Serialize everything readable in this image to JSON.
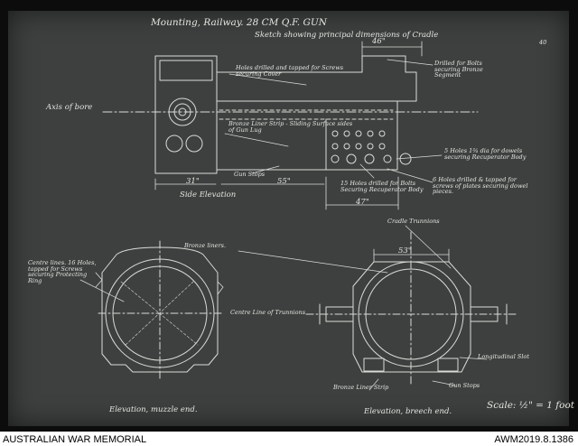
{
  "drawing": {
    "title": "Mounting, Railway. 28 CM Q.F. GUN",
    "subtitle": "Sketch showing principal dimensions of Cradle",
    "corner_mark": "40",
    "side": {
      "view_label": "Side Elevation",
      "axis_label": "Axis of bore",
      "dim_top": "46\"",
      "dim_left": "31\"",
      "dim_mid": "55\"",
      "dim_bottom": "47\"",
      "note_holes_cover": "Holes drilled and tapped for Screws securing Cover",
      "note_drilled_bolts": "Drilled for Bolts securing Bronze Segment",
      "note_liner_strip": "Bronze Liner Strip - Sliding Surface sides of Gun Lug",
      "note_gun_stops": "Gun Stops",
      "note_holes_dowels": "5 Holes 1¾ dia for dowels securing Recuperator Body",
      "note_bolts_recup": "15 Holes drilled for Bolts Securing Recuperator Body",
      "note_plates": "6 Holes drilled & tapped for screws of plates securing dowel pieces."
    },
    "muzzle": {
      "view_label": "Elevation, muzzle end.",
      "note_centre_lines": "Centre lines. 16 Holes, tapped for Screws securing Protecting Ring"
    },
    "breech": {
      "view_label": "Elevation, breech end.",
      "note_bronze_liners": "Bronze liners.",
      "note_trunnions": "Cradle Trunnions",
      "dim_top": "53\"",
      "note_centre_trunnions": "Centre Line of Trunnions",
      "note_longitudinal_slot": "Longitudinal Slot",
      "note_gun_stops": "Gun Stops",
      "note_liner_strip": "Bronze Liner Strip"
    },
    "scale": "Scale: ½\" = 1 foot"
  },
  "footer": {
    "left": "AUSTRALIAN WAR MEMORIAL",
    "right": "AWM2019.8.1386"
  }
}
